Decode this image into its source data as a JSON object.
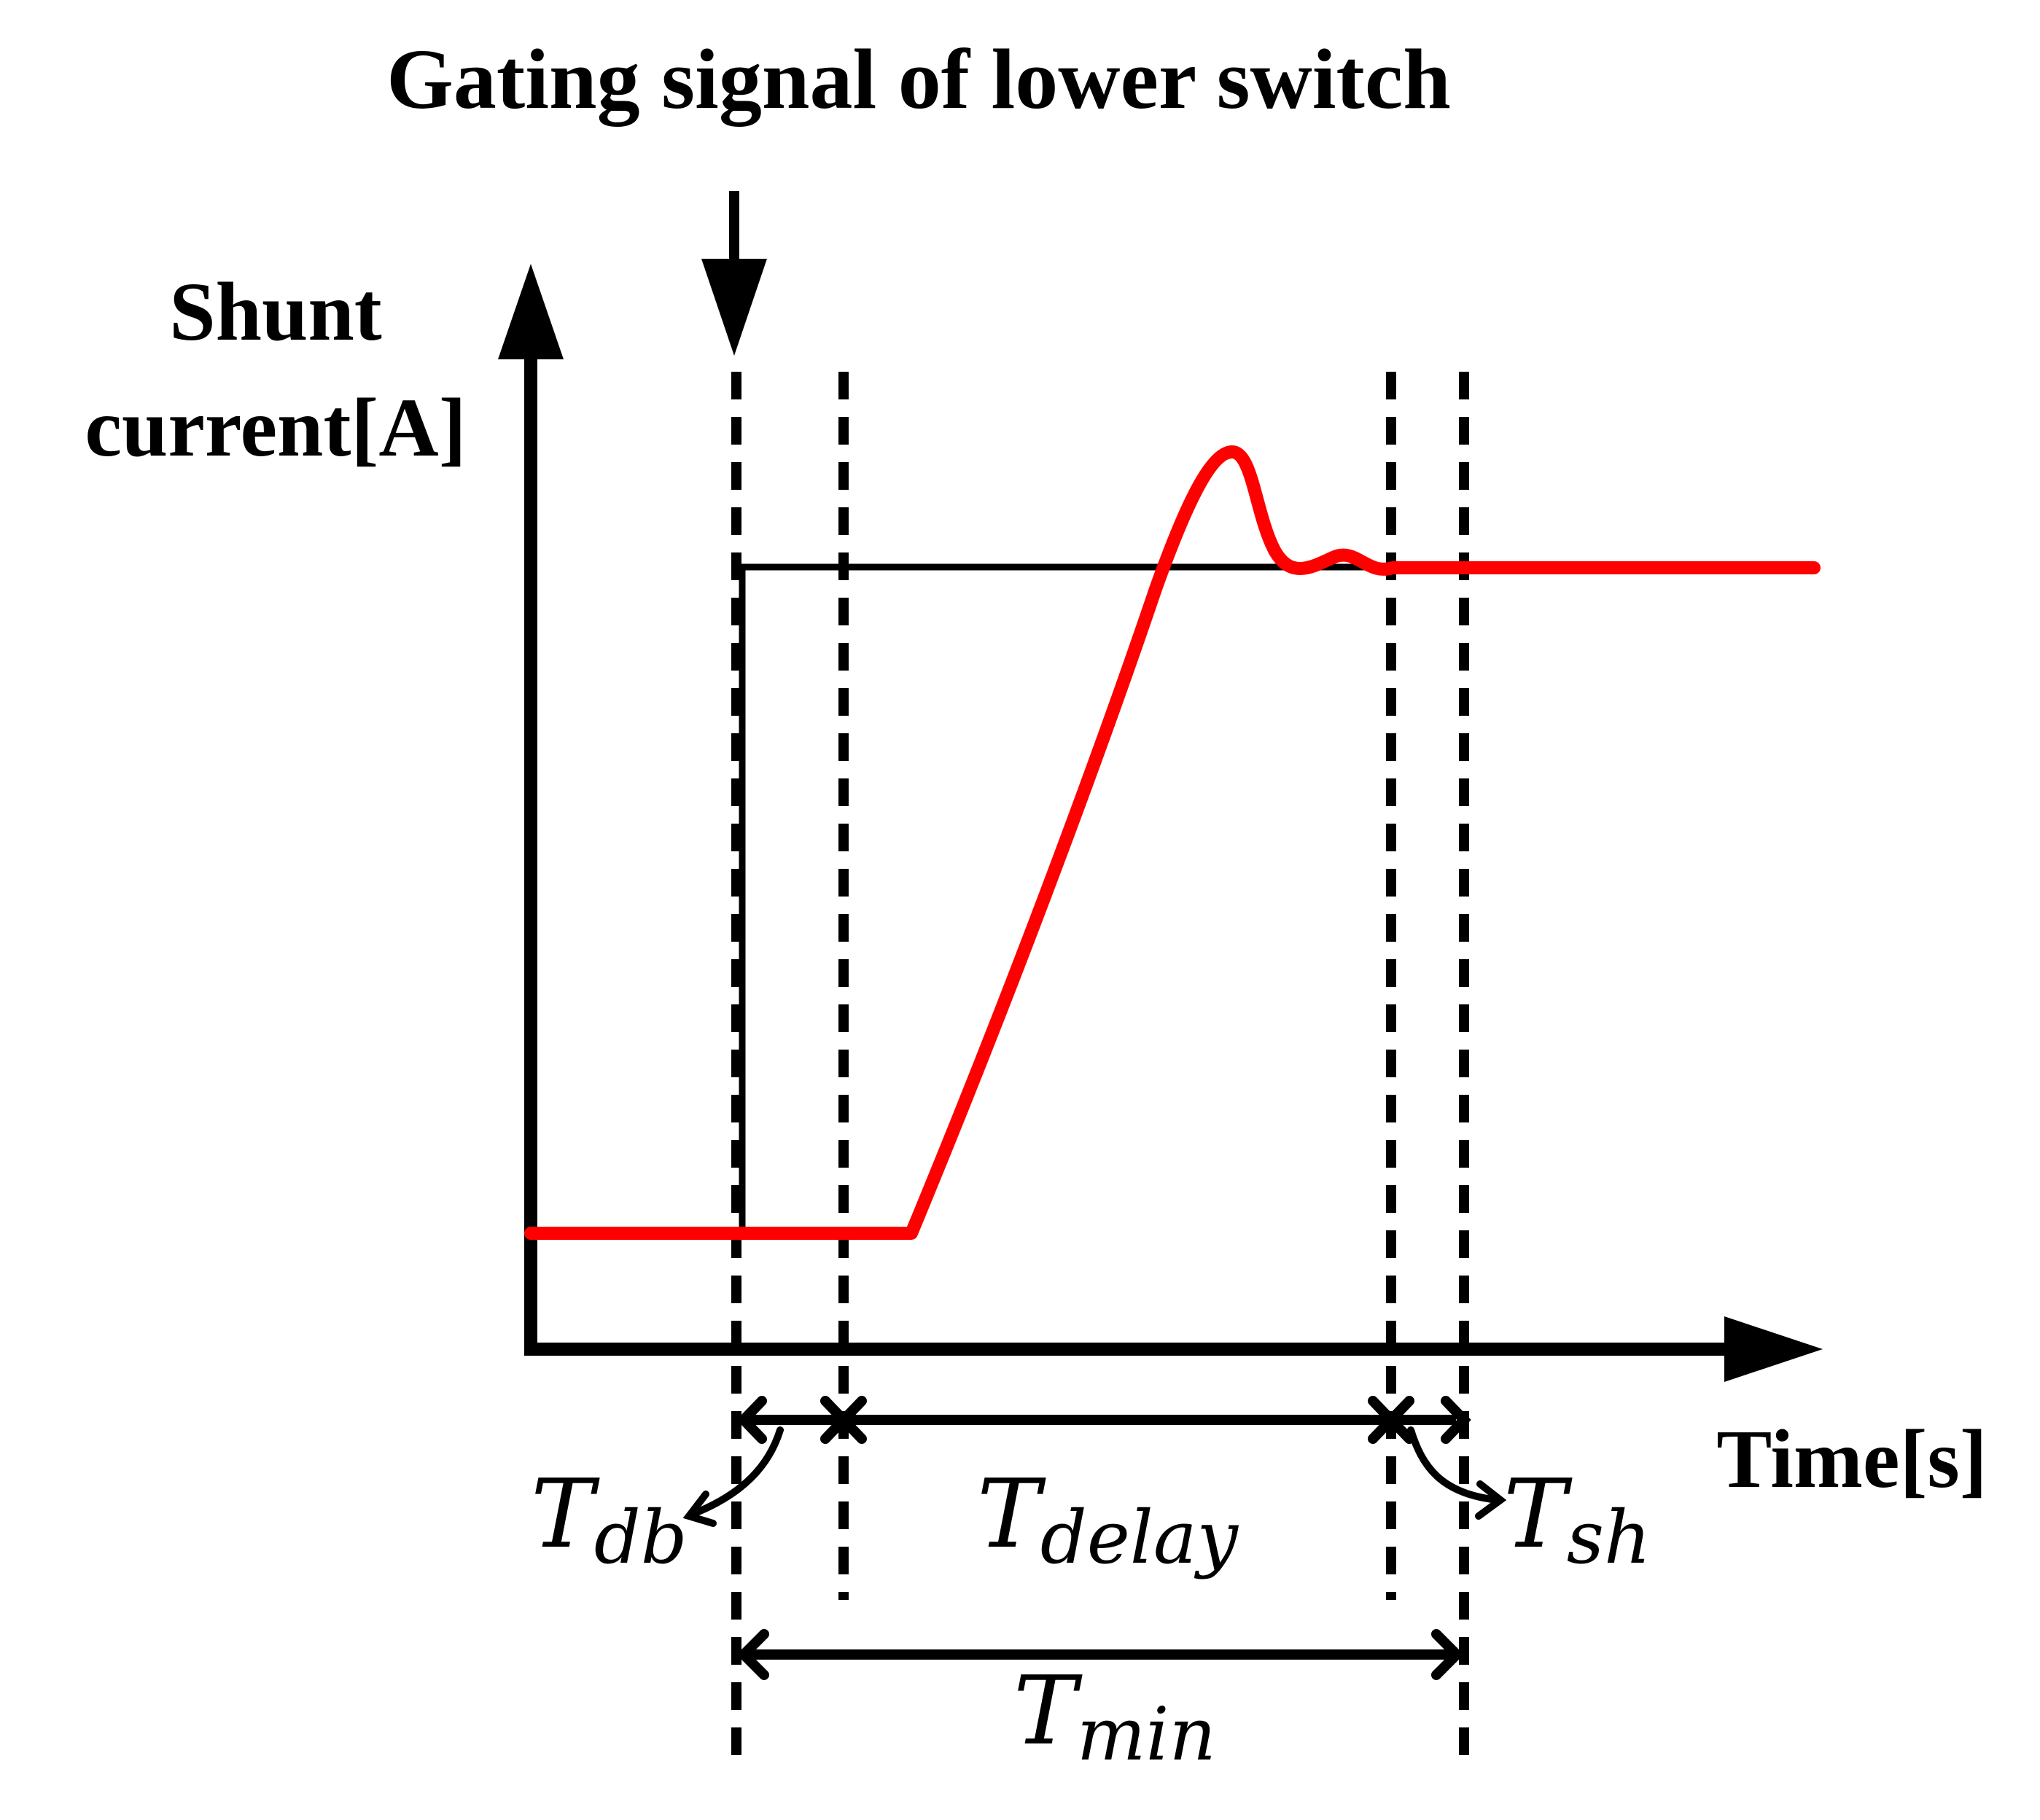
{
  "title": "Gating signal of lower switch",
  "y_axis_label_line1": "Shunt",
  "y_axis_label_line2": "current[A]",
  "x_axis_label": "Time[s]",
  "interval_labels": {
    "db": {
      "base": "T",
      "sub": "db"
    },
    "delay": {
      "base": "T",
      "sub": "delay"
    },
    "sh": {
      "base": "T",
      "sub": "sh"
    },
    "min": {
      "base": "T",
      "sub": "min"
    }
  },
  "colors": {
    "shunt_current": "#ff0000",
    "reference": "#000000",
    "axes": "#000000"
  }
}
